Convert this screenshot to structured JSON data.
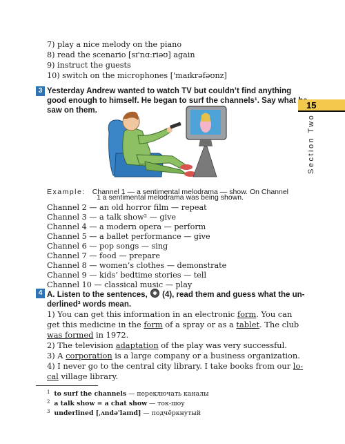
{
  "top_list": [
    "7) play a nice melody on the piano",
    "8) read the scenario [sɪ'nɑːriəʊ] again",
    "9) instruct the guests",
    "10) switch on the microphones ['maɪkrəfəʊnz]"
  ],
  "task3": {
    "number": "3",
    "line1": "Yesterday Andrew wanted to watch TV but couldn’t find anything",
    "line2": "good enough to himself. He began to surf the channels¹. Say what he",
    "line3": "saw on them."
  },
  "side": {
    "page_number": "15",
    "section_label": "Section Two"
  },
  "example": {
    "label": "Example:",
    "line1": "Channel 1 — a sentimental melodrama — show. On Channel",
    "line2": "1 a sentimental melodrama was being shown."
  },
  "channels": [
    "Channel 2 — an old horror film — repeat",
    "Channel 3 — a talk show² — give",
    "Channel 4 — a modern opera — perform",
    "Channel 5 — a ballet performance — give",
    "Channel 6 — pop songs — sing",
    "Channel 7 — food — prepare",
    "Channel 8 — women’s clothes — demonstrate",
    "Channel 9 — kids’ bedtime stories — tell",
    "Channel 10 — classical music — play"
  ],
  "task4": {
    "number": "4",
    "head_a": "A. Listen to the sentences,",
    "head_b": "(4), read them and guess what the un-",
    "head_line2": "derlined³ words mean."
  },
  "sentences": {
    "s1_l1_a": "1) You can get this information in an electronic ",
    "s1_l1_u": "form",
    "s1_l1_b": ". You can",
    "s1_l2_a": "get this medicine in the ",
    "s1_l2_u1": "form",
    "s1_l2_b": " of a spray or as a ",
    "s1_l2_u2": "tablet",
    "s1_l2_c": ". The club",
    "s1_l3_u": "was formed",
    "s1_l3_b": " in 1972.",
    "s2_a": "2) The television ",
    "s2_u": "adaptation",
    "s2_b": " of the play was very successful.",
    "s3_a": "3) A ",
    "s3_u": "corporation",
    "s3_b": " is a large company or a business organization.",
    "s4_l1_a": "4) I never go to the central city library. I take books from our ",
    "s4_l1_u": "lo-",
    "s4_l2_u": "cal",
    "s4_l2_b": " village library."
  },
  "footnotes": [
    {
      "num": "1",
      "term": "to surf the channels",
      "translation": " — переключать каналы"
    },
    {
      "num": "2",
      "term": "a talk show = a chat show",
      "translation": " — ток-шоу"
    },
    {
      "num": "3",
      "term": "underlined [ˌʌndə'laɪnd]",
      "translation": " — подчёркнутый"
    }
  ],
  "colors": {
    "task_badge": "#2e74b5",
    "page_tab": "#f2c94c"
  }
}
